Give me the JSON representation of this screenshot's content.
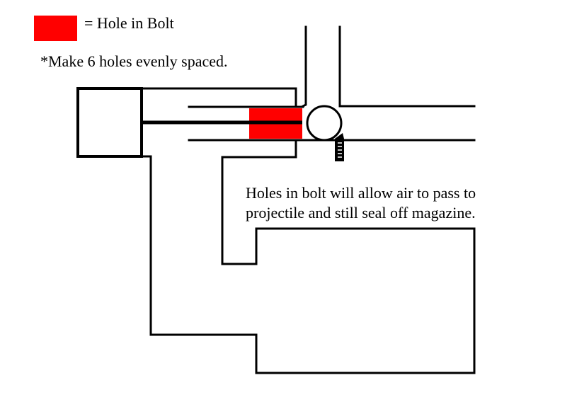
{
  "legend": {
    "swatch_color": "#ff0000",
    "label": "= Hole in Bolt"
  },
  "note": "*Make 6 holes evenly spaced.",
  "annotation": {
    "line1": "Holes in bolt will allow air to pass to",
    "line2": "projectile and still seal off magazine."
  },
  "colors": {
    "bolt_hole": "#ff0000",
    "line": "#000000",
    "background": "#ffffff"
  },
  "components": [
    "piston-cylinder",
    "bolt-rod",
    "bolt-with-holes",
    "feed-tube",
    "barrel",
    "projectile-ball",
    "ball-detent",
    "air-chamber"
  ]
}
